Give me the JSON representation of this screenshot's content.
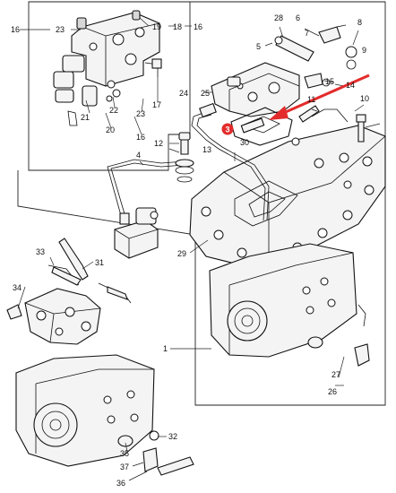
{
  "highlight": {
    "label": "3",
    "color": "#e32b2b",
    "arrow_color": "#e32b2b"
  },
  "callouts": {
    "c1": "1",
    "c4": "4",
    "c5": "5",
    "c6": "6",
    "c7": "7",
    "c8": "8",
    "c9": "9",
    "c10": "10",
    "c11": "11",
    "c12": "12",
    "c13": "13",
    "c14": "14",
    "c15": "15",
    "c16a": "16",
    "c16b": "16",
    "c16c": "16",
    "c17": "17",
    "c18": "18",
    "c19": "19",
    "c20": "20",
    "c21": "21",
    "c22": "22",
    "c23a": "23",
    "c23b": "23",
    "c24": "24",
    "c25": "25",
    "c26": "26",
    "c27": "27",
    "c28": "28",
    "c29": "29",
    "c30": "30",
    "c31": "31",
    "c32": "32",
    "c33": "33",
    "c34": "34",
    "c35": "35",
    "c36": "36",
    "c37": "37"
  }
}
